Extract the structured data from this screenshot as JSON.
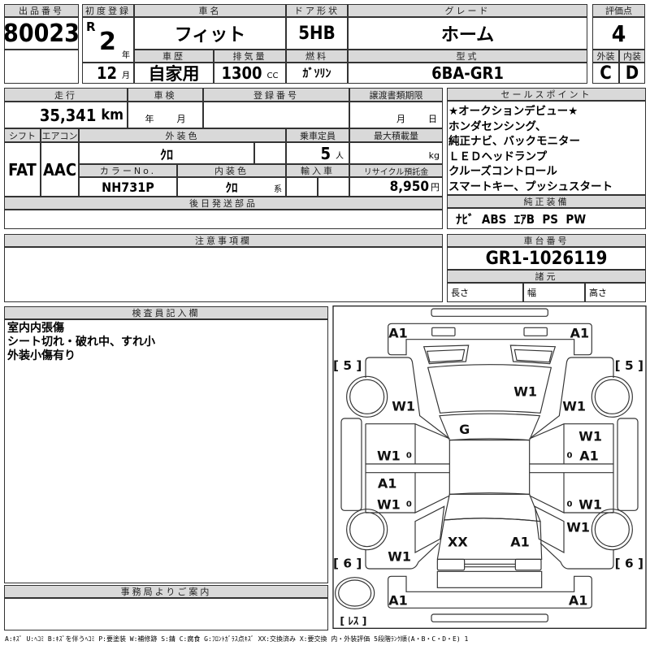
{
  "lot": {
    "label": "出品番号",
    "value": "80023"
  },
  "first_reg": {
    "label": "初度登録",
    "era": "R",
    "year": "2",
    "year_unit": "年",
    "month": "12",
    "month_unit": "月"
  },
  "car_name": {
    "label": "車名",
    "value": "フィット"
  },
  "door": {
    "label": "ドア形状",
    "value": "5HB"
  },
  "grade": {
    "label": "グレード",
    "value": "ホーム"
  },
  "history": {
    "label": "車歴",
    "value": "自家用"
  },
  "displacement": {
    "label": "排気量",
    "value": "1300",
    "unit": "CC"
  },
  "fuel": {
    "label": "燃料",
    "value": "ｶﾞｿﾘﾝ"
  },
  "model": {
    "label": "型式",
    "value": "6BA-GR1"
  },
  "score": {
    "label": "評価点",
    "value": "4",
    "ext_label": "外装",
    "ext": "C",
    "int_label": "内装",
    "int": "D"
  },
  "mileage": {
    "label": "走行",
    "value": "35,341",
    "unit": "km"
  },
  "inspection": {
    "label": "車検",
    "year_unit": "年",
    "month_unit": "月"
  },
  "reg_no": {
    "label": "登録番号"
  },
  "transfer": {
    "label": "譲渡書類期限",
    "month_unit": "月",
    "day_unit": "日"
  },
  "shift": {
    "label": "シフト",
    "value": "FAT"
  },
  "ac": {
    "label": "エアコン",
    "value": "AAC"
  },
  "ext_color": {
    "label": "外装色",
    "value": "ｸﾛ"
  },
  "capacity": {
    "label": "乗車定員",
    "value": "5",
    "unit": "人"
  },
  "max_load": {
    "label": "最大積載量",
    "unit": "kg"
  },
  "color_no": {
    "label": "カラーNo.",
    "value": "NH731P"
  },
  "int_color": {
    "label": "内装色",
    "value": "ｸﾛ",
    "unit": "系"
  },
  "import": {
    "label": "輸入車"
  },
  "recycle": {
    "label": "リサイクル預託金",
    "value": "8,950",
    "unit": "円"
  },
  "later_parts": {
    "label": "後日発送部品"
  },
  "sales_points": {
    "label": "セールスポイント",
    "lines": [
      "★オークションデビュー★",
      "ホンダセンシング、",
      "純正ナビ、バックモニター",
      "ＬＥＤヘッドランプ",
      "クルーズコントロール",
      "スマートキー、プッシュスタート"
    ]
  },
  "equipment": {
    "label": "純正装備",
    "value": "ﾅﾋﾞ  ABS  ｴｱB  PS  PW"
  },
  "notes": {
    "label": "注意事項欄"
  },
  "chassis": {
    "label": "車台番号",
    "value": "GR1-1026119"
  },
  "specs": {
    "label": "諸元",
    "length": "長さ",
    "width": "幅",
    "height": "高さ"
  },
  "inspector": {
    "label": "検査員記入欄",
    "lines": [
      "室内内張傷",
      "シート切れ・破れ中、すれ小",
      "外装小傷有り"
    ]
  },
  "office": {
    "label": "事務局よりご案内"
  },
  "diagram": {
    "front_left": "[ 5 ]",
    "front_right": "[ 5 ]",
    "rear_left": "[ 6 ]",
    "rear_right": "[ 6 ]",
    "spare": "[ ﾚｽ ]",
    "marks": [
      "A1",
      "A1",
      "W1",
      "W1",
      "W1",
      "G",
      "W1",
      "W1",
      "0",
      "0",
      "A1",
      "A1",
      "W1",
      "0",
      "0",
      "W1",
      "W1",
      "XX",
      "A1",
      "W1",
      "A1",
      "A1"
    ]
  },
  "legend": "A:ｷｽﾞ U:ﾍｺﾐ B:ｷｽﾞを伴うﾍｺﾐ P:要塗装 W:補修跡 S:錆 C:腐食 G:ﾌﾛﾝﾄｶﾞﾗｽ点ｷｽﾞ XX:交換済み X:要交換  内・外装評価  5段階ﾗﾝｸ順(A・B・C・D・E) 1"
}
